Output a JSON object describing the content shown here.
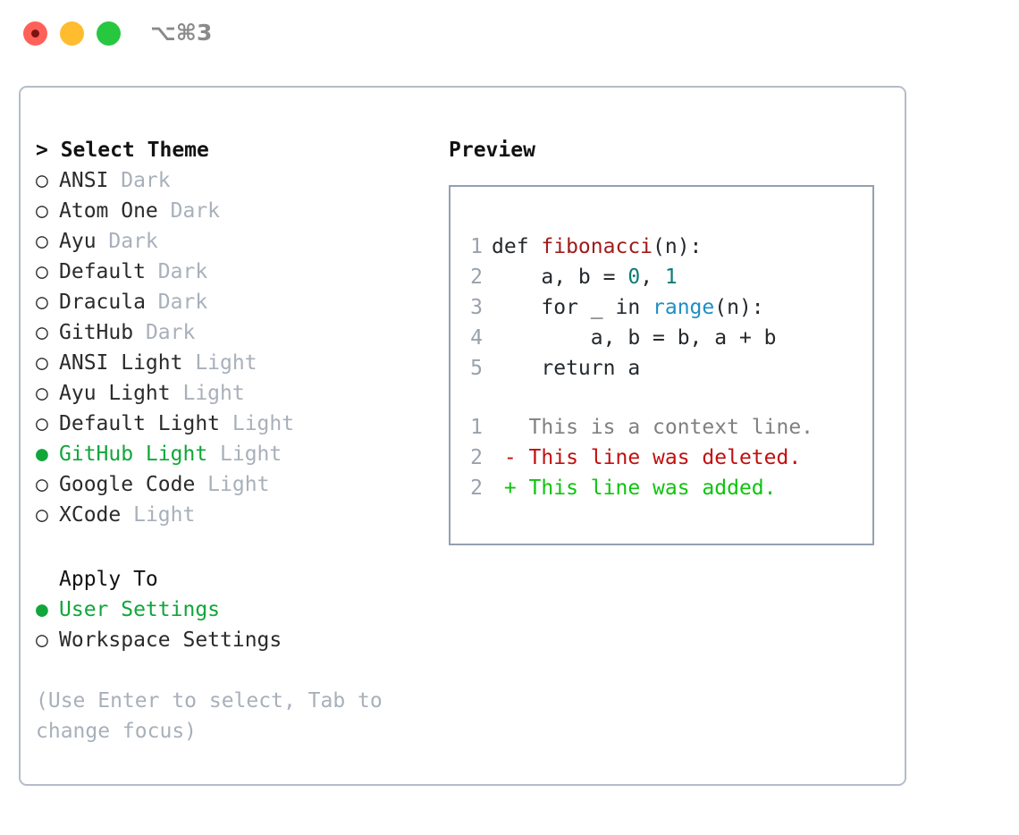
{
  "titlebar": {
    "shortcut": "⌥⌘3",
    "buttons": [
      {
        "name": "close",
        "color": "#ff6159"
      },
      {
        "name": "minimize",
        "color": "#febc2e"
      },
      {
        "name": "maximize",
        "color": "#27c840"
      }
    ]
  },
  "theme_list": {
    "header": "> Select Theme",
    "bullet_unselected": "○",
    "bullet_selected": "●",
    "items": [
      {
        "name": "ANSI",
        "variant": "Dark",
        "selected": false
      },
      {
        "name": "Atom One",
        "variant": "Dark",
        "selected": false
      },
      {
        "name": "Ayu",
        "variant": "Dark",
        "selected": false
      },
      {
        "name": "Default",
        "variant": "Dark",
        "selected": false
      },
      {
        "name": "Dracula",
        "variant": "Dark",
        "selected": false
      },
      {
        "name": "GitHub",
        "variant": "Dark",
        "selected": false
      },
      {
        "name": "ANSI Light",
        "variant": "Light",
        "selected": false
      },
      {
        "name": "Ayu Light",
        "variant": "Light",
        "selected": false
      },
      {
        "name": "Default Light",
        "variant": "Light",
        "selected": false
      },
      {
        "name": "GitHub Light",
        "variant": "Light",
        "selected": true
      },
      {
        "name": "Google Code",
        "variant": "Light",
        "selected": false
      },
      {
        "name": "XCode",
        "variant": "Light",
        "selected": false
      }
    ]
  },
  "apply_to": {
    "header": "Apply To",
    "options": [
      {
        "label": "User Settings",
        "selected": true
      },
      {
        "label": "Workspace Settings",
        "selected": false
      }
    ]
  },
  "hint": "(Use Enter to select, Tab to change focus)",
  "preview": {
    "header": "Preview",
    "code_lines": [
      {
        "num": "1",
        "tokens": [
          {
            "text": "def ",
            "type": "keyword"
          },
          {
            "text": "fibonacci",
            "type": "function"
          },
          {
            "text": "(n):",
            "type": "plain"
          }
        ]
      },
      {
        "num": "2",
        "tokens": [
          {
            "text": "    a, b = ",
            "type": "plain"
          },
          {
            "text": "0",
            "type": "number"
          },
          {
            "text": ", ",
            "type": "plain"
          },
          {
            "text": "1",
            "type": "number"
          }
        ]
      },
      {
        "num": "3",
        "tokens": [
          {
            "text": "    for _ in ",
            "type": "plain"
          },
          {
            "text": "range",
            "type": "builtin"
          },
          {
            "text": "(n):",
            "type": "plain"
          }
        ]
      },
      {
        "num": "4",
        "tokens": [
          {
            "text": "        a, b = b, a + b",
            "type": "plain"
          }
        ]
      },
      {
        "num": "5",
        "tokens": [
          {
            "text": "    return a",
            "type": "plain"
          }
        ]
      }
    ],
    "diff_lines": [
      {
        "num": "1",
        "marker": " ",
        "text": "This is a context line.",
        "type": "context"
      },
      {
        "num": "2",
        "marker": "-",
        "text": "This line was deleted.",
        "type": "deleted"
      },
      {
        "num": "2",
        "marker": "+",
        "text": "This line was added.",
        "type": "added"
      }
    ]
  },
  "colors": {
    "selected_green": "#10a63a",
    "muted_gray": "#a8b0ba",
    "border": "#b4bdc8",
    "preview_border": "#93a1b0",
    "function_red": "#a01b1b",
    "number_teal": "#0e7c75",
    "builtin_blue": "#1f8ec4",
    "diff_deleted": "#c10f0f",
    "diff_added": "#0ec40e",
    "diff_context": "#808080",
    "line_number": "#98a2ad"
  }
}
